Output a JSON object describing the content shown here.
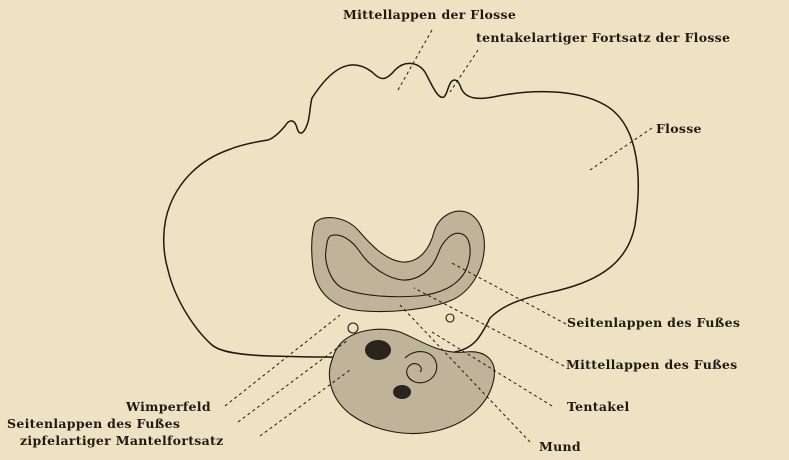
{
  "labels": {
    "mittellappen_flosse": "Mittellappen der Flosse",
    "tentakel_fortsatz": "tentakelartiger Fortsatz der Flosse",
    "flosse": "Flosse",
    "seitenlappen_fusses_right": "Seitenlappen des Fußes",
    "mittellappen_fusses": "Mittellappen des Fußes",
    "tentakel": "Tentakel",
    "mund": "Mund",
    "wimperfeld": "Wimperfeld",
    "seitenlappen_fusses_left": "Seitenlappen des Fußes",
    "zipfel_mantelfortsatz": "zipfelartiger Mantelfortsatz"
  }
}
